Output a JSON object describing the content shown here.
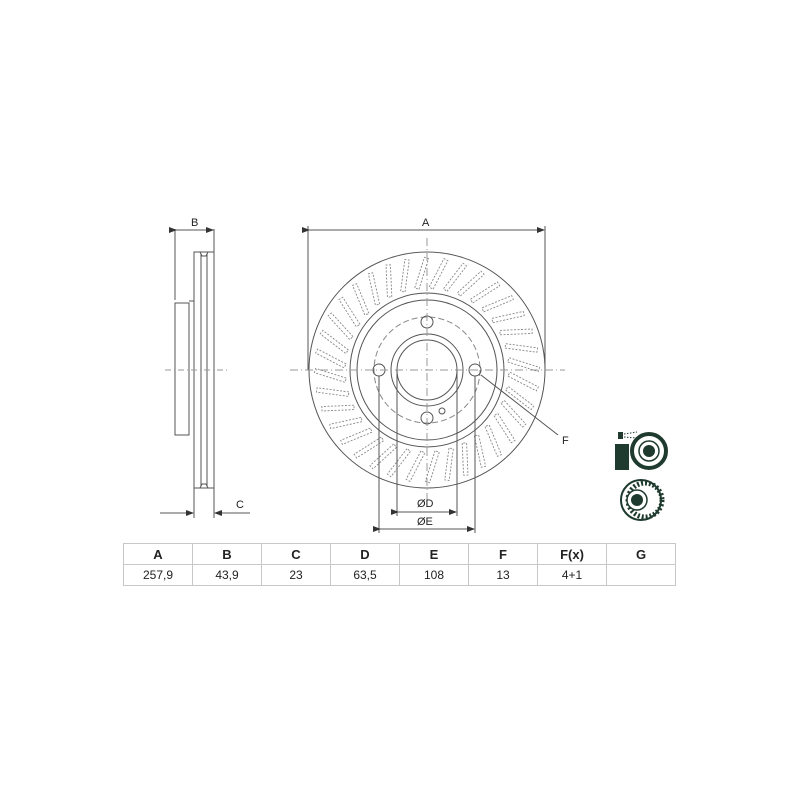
{
  "side_view": {
    "label_b": "B",
    "label_c": "C"
  },
  "front_view": {
    "label_a": "A",
    "label_f": "F",
    "label_d": "ØD",
    "label_e": "ØE"
  },
  "icons": [
    "cleaning-spray-disc-icon",
    "vented-disc-icon"
  ],
  "spec_table": {
    "headers": [
      "A",
      "B",
      "C",
      "D",
      "E",
      "F",
      "F(x)",
      "G"
    ],
    "values": [
      "257,9",
      "43,9",
      "23",
      "63,5",
      "108",
      "13",
      "4+1",
      ""
    ]
  },
  "colors": {
    "line": "#555555",
    "icon": "#1f3a2e",
    "border": "#c8c8c8"
  }
}
